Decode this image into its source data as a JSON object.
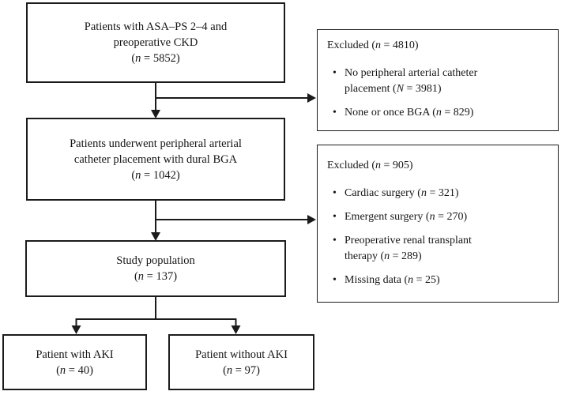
{
  "figure": {
    "type": "patient-flow-diagram",
    "colors": {
      "background": "#ffffff",
      "line": "#1b1b1b",
      "text": "#161616"
    },
    "boxes": {
      "eligible": {
        "line1": "Patients with ASA–PS 2–4 and",
        "line2": "preoperative CKD",
        "count": [
          {
            "t": "("
          },
          {
            "t": "n",
            "i": true
          },
          {
            "t": " = 5852)"
          }
        ]
      },
      "catheter": {
        "line1": "Patients underwent peripheral arterial",
        "line2": "catheter placement with dural BGA",
        "count": [
          {
            "t": "("
          },
          {
            "t": "n",
            "i": true
          },
          {
            "t": " = 1042)"
          }
        ]
      },
      "study": {
        "line1": "Study population",
        "count": [
          {
            "t": "("
          },
          {
            "t": "n",
            "i": true
          },
          {
            "t": " = 137)"
          }
        ]
      },
      "aki": {
        "line1": "Patient with AKI",
        "count": [
          {
            "t": "("
          },
          {
            "t": "n",
            "i": true
          },
          {
            "t": " = 40)"
          }
        ]
      },
      "no_aki": {
        "line1": "Patient without AKI",
        "count": [
          {
            "t": "("
          },
          {
            "t": "n",
            "i": true
          },
          {
            "t": " = 97)"
          }
        ]
      }
    },
    "exclusions": {
      "first": {
        "title": [
          {
            "t": "Excluded ("
          },
          {
            "t": "n",
            "i": true
          },
          {
            "t": " = 4810)"
          }
        ],
        "items": [
          [
            {
              "t": "No peripheral arterial catheter"
            },
            {
              "br": true
            },
            {
              "t": "placement ("
            },
            {
              "t": "N",
              "i": true
            },
            {
              "t": " = 3981)"
            }
          ],
          [
            {
              "t": "None or once BGA ("
            },
            {
              "t": "n",
              "i": true
            },
            {
              "t": " = 829)"
            }
          ]
        ]
      },
      "second": {
        "title": [
          {
            "t": "Excluded ("
          },
          {
            "t": "n",
            "i": true
          },
          {
            "t": " = 905)"
          }
        ],
        "items": [
          [
            {
              "t": "Cardiac surgery ("
            },
            {
              "t": "n",
              "i": true
            },
            {
              "t": " = 321)"
            }
          ],
          [
            {
              "t": "Emergent surgery ("
            },
            {
              "t": "n",
              "i": true
            },
            {
              "t": " = 270)"
            }
          ],
          [
            {
              "t": "Preoperative renal transplant"
            },
            {
              "br": true
            },
            {
              "t": "therapy ("
            },
            {
              "t": "n",
              "i": true
            },
            {
              "t": " = 289)"
            }
          ],
          [
            {
              "t": "Missing data ("
            },
            {
              "t": "n",
              "i": true
            },
            {
              "t": " = 25)"
            }
          ]
        ]
      }
    }
  }
}
